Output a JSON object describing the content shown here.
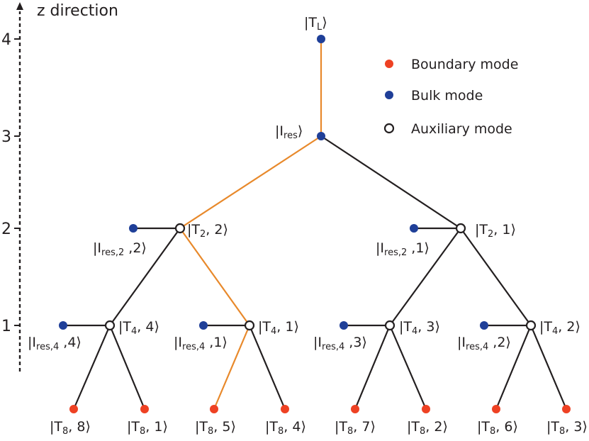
{
  "axis": {
    "title": "z direction",
    "ticks": [
      "1",
      "2",
      "3",
      "4"
    ]
  },
  "legend": [
    {
      "label": "Boundary mode",
      "kind": "boundary"
    },
    {
      "label": "Bulk mode",
      "kind": "bulk"
    },
    {
      "label": "Auxiliary mode",
      "kind": "auxiliary"
    }
  ],
  "colors": {
    "boundary": "#ee4123",
    "bulk": "#1f3f98",
    "edge": "#231f20",
    "highlight": "#e8892b"
  },
  "nodes": {
    "TL": {
      "kind": "bulk",
      "main": "T",
      "sub": "L"
    },
    "Ires": {
      "kind": "bulk",
      "main": "I",
      "sub": "res"
    },
    "T22": {
      "kind": "auxiliary",
      "main": "T",
      "sub": "2",
      "tail": ", 2"
    },
    "T21": {
      "kind": "auxiliary",
      "main": "T",
      "sub": "2",
      "tail": ", 1"
    },
    "Ir22": {
      "kind": "bulk",
      "main": "I",
      "sub": "res,2",
      "tail": " ,2"
    },
    "Ir21": {
      "kind": "bulk",
      "main": "I",
      "sub": "res,2",
      "tail": " ,1"
    },
    "T44": {
      "kind": "auxiliary",
      "main": "T",
      "sub": "4",
      "tail": ", 4"
    },
    "T41": {
      "kind": "auxiliary",
      "main": "T",
      "sub": "4",
      "tail": ", 1"
    },
    "T43": {
      "kind": "auxiliary",
      "main": "T",
      "sub": "4",
      "tail": ", 3"
    },
    "T42": {
      "kind": "auxiliary",
      "main": "T",
      "sub": "4",
      "tail": ", 2"
    },
    "Ir44": {
      "kind": "bulk",
      "main": "I",
      "sub": "res,4",
      "tail": " ,4"
    },
    "Ir41": {
      "kind": "bulk",
      "main": "I",
      "sub": "res,4",
      "tail": " ,1"
    },
    "Ir43": {
      "kind": "bulk",
      "main": "I",
      "sub": "res,4",
      "tail": " ,3"
    },
    "Ir42": {
      "kind": "bulk",
      "main": "I",
      "sub": "res,4",
      "tail": " ,2"
    },
    "T88": {
      "kind": "boundary",
      "main": "T",
      "sub": "8",
      "tail": ", 8"
    },
    "T81": {
      "kind": "boundary",
      "main": "T",
      "sub": "8",
      "tail": ", 1"
    },
    "T85": {
      "kind": "boundary",
      "main": "T",
      "sub": "8",
      "tail": ", 5"
    },
    "T84": {
      "kind": "boundary",
      "main": "T",
      "sub": "8",
      "tail": ", 4"
    },
    "T87": {
      "kind": "boundary",
      "main": "T",
      "sub": "8",
      "tail": ", 7"
    },
    "T82": {
      "kind": "boundary",
      "main": "T",
      "sub": "8",
      "tail": ", 2"
    },
    "T86": {
      "kind": "boundary",
      "main": "T",
      "sub": "8",
      "tail": ", 6"
    },
    "T83": {
      "kind": "boundary",
      "main": "T",
      "sub": "8",
      "tail": ", 3"
    }
  },
  "edges": [
    {
      "from": "TL",
      "to": "Ires",
      "highlight": true
    },
    {
      "from": "Ires",
      "to": "T22",
      "highlight": true
    },
    {
      "from": "Ires",
      "to": "T21",
      "highlight": false
    },
    {
      "from": "Ir22",
      "to": "T22",
      "highlight": false
    },
    {
      "from": "Ir21",
      "to": "T21",
      "highlight": false
    },
    {
      "from": "T22",
      "to": "T44",
      "highlight": false
    },
    {
      "from": "T22",
      "to": "T41",
      "highlight": true
    },
    {
      "from": "T21",
      "to": "T43",
      "highlight": false
    },
    {
      "from": "T21",
      "to": "T42",
      "highlight": false
    },
    {
      "from": "Ir44",
      "to": "T44",
      "highlight": false
    },
    {
      "from": "Ir41",
      "to": "T41",
      "highlight": false
    },
    {
      "from": "Ir43",
      "to": "T43",
      "highlight": false
    },
    {
      "from": "Ir42",
      "to": "T42",
      "highlight": false
    },
    {
      "from": "T44",
      "to": "T88",
      "highlight": false
    },
    {
      "from": "T44",
      "to": "T81",
      "highlight": false
    },
    {
      "from": "T41",
      "to": "T85",
      "highlight": true
    },
    {
      "from": "T41",
      "to": "T84",
      "highlight": false
    },
    {
      "from": "T43",
      "to": "T87",
      "highlight": false
    },
    {
      "from": "T43",
      "to": "T82",
      "highlight": false
    },
    {
      "from": "T42",
      "to": "T86",
      "highlight": false
    },
    {
      "from": "T42",
      "to": "T83",
      "highlight": false
    }
  ]
}
